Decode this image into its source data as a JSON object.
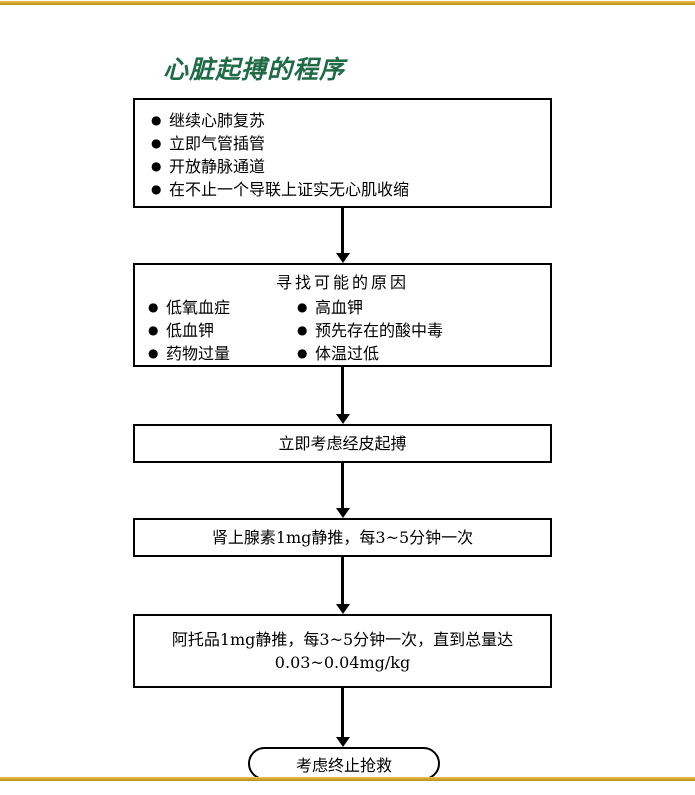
{
  "page": {
    "title": "心脏起搏的程序",
    "title_color": "#1f6b47",
    "rule_color": "#cfa72c",
    "background": "#ffffff",
    "border_color": "#000000"
  },
  "flow": {
    "node1": {
      "bullets": [
        "继续心肺复苏",
        "立即气管插管",
        "开放静脉通道",
        "在不止一个导联上证实无心肌收缩"
      ]
    },
    "node2": {
      "heading": "寻找可能的原因",
      "left_column": [
        "低氧血症",
        "低血钾",
        "药物过量"
      ],
      "right_column": [
        "高血钾",
        "预先存在的酸中毒",
        "体温过低"
      ]
    },
    "node3": {
      "text": "立即考虑经皮起搏"
    },
    "node4": {
      "text": "肾上腺素1mg静推，每3~5分钟一次"
    },
    "node5": {
      "text": "阿托品1mg静推，每3~5分钟一次，直到总量达\n0.03~0.04mg/kg"
    },
    "terminator": {
      "text": "考虑终止抢救"
    }
  }
}
